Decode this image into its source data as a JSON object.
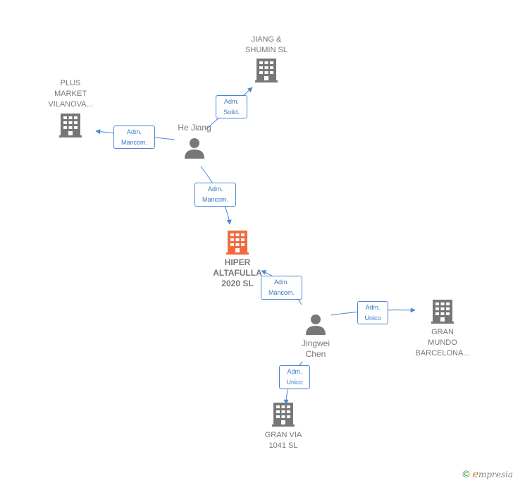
{
  "nodes": {
    "jiang_shumin": {
      "label": "JIANG &\nSHUMIN SL"
    },
    "plus_market": {
      "label": "PLUS\nMARKET\nVILANOVA..."
    },
    "he_jiang": {
      "label": "He Jiang"
    },
    "hiper": {
      "label": "HIPER\nALTAFULLA\n2020  SL"
    },
    "jingwei": {
      "label": "Jingwei\nChen"
    },
    "gran_mundo": {
      "label": "GRAN\nMUNDO\nBARCELONA..."
    },
    "gran_via": {
      "label": "GRAN VIA\n1041  SL"
    }
  },
  "edges": {
    "hj_jiang": "Adm.\nSolid.",
    "hj_plus": "Adm.\nMancom.",
    "hj_hiper": "Adm.\nMancom.",
    "jc_hiper": "Adm.\nMancom.",
    "jc_mundo": "Adm.\nUnico",
    "jc_via": "Adm.\nUnico"
  },
  "footer": {
    "copyright": "©",
    "brand_initial": "e",
    "brand_rest": "mpresia"
  },
  "colors": {
    "edge": "#4a86d4",
    "node": "#777777",
    "main_node": "#f26a3c"
  }
}
